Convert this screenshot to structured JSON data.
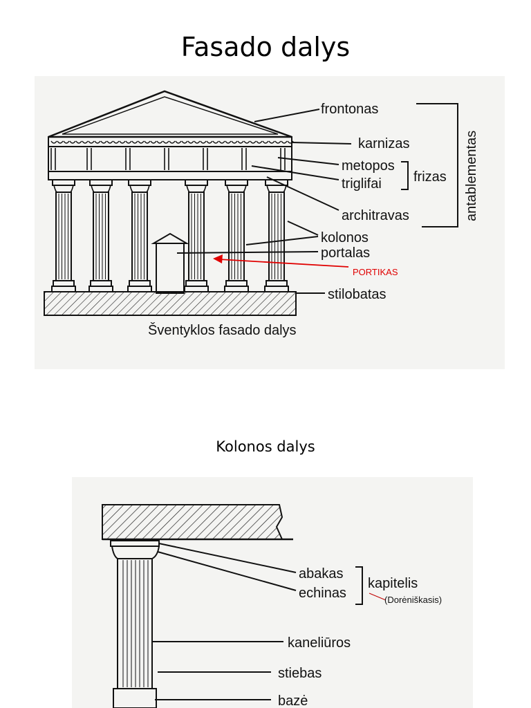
{
  "page": {
    "title": "Fasado dalys",
    "section_title": "Kolonos dalys"
  },
  "facade": {
    "labels": {
      "frontonas": "frontonas",
      "karnizas": "karnizas",
      "metopos": "metopos",
      "triglifai": "triglifai",
      "frizas": "frizas",
      "architravas": "architravas",
      "kolonos": "kolonos",
      "portalas": "portalas",
      "stilobatas": "stilobatas",
      "antablementas": "antablementas"
    },
    "annotation": "PORTIKAS",
    "caption": "Šventyklos fasado dalys"
  },
  "column": {
    "labels": {
      "abakas": "abakas",
      "echinas": "echinas",
      "kapitelis": "kapitelis",
      "kaneliuros": "kaneliūros",
      "stiebas": "stiebas",
      "baze": "bazė"
    },
    "note": "(Dorėniškasis)"
  },
  "colors": {
    "annotation": "#e00000",
    "ink": "#111111"
  }
}
